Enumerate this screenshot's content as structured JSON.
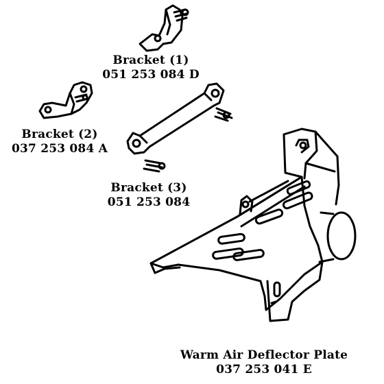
{
  "parts": [
    {
      "name": "Bracket (1)",
      "number": "051 253 084 D"
    },
    {
      "name": "Bracket (2)",
      "number": "037 253 084 A"
    },
    {
      "name": "Bracket (3)",
      "number": "051 253 084"
    },
    {
      "name": "Warm Air Deflector Plate",
      "number": "037 253 041 E"
    }
  ],
  "colors": {
    "ink": "#000000",
    "paper": "#ffffff"
  }
}
